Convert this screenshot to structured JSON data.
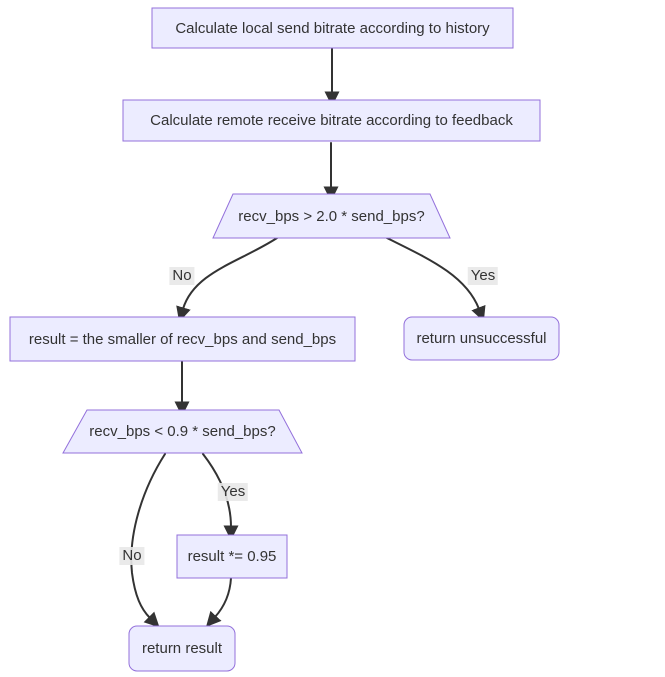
{
  "diagram": {
    "type": "flowchart",
    "direction": "top-down",
    "colors": {
      "background": "#ffffff",
      "node_fill": "#ECECFF",
      "node_border": "#9370DB",
      "edge": "#333333",
      "text": "#333333",
      "edge_label_bg": "#e8e8e8"
    },
    "nodes": [
      {
        "id": "A",
        "shape": "rectangle",
        "label": "Calculate local send bitrate according to history"
      },
      {
        "id": "B",
        "shape": "rectangle",
        "label": "Calculate remote receive bitrate according to feedback"
      },
      {
        "id": "C",
        "shape": "trapezoid",
        "label": "recv_bps > 2.0 * send_bps?"
      },
      {
        "id": "D",
        "shape": "rectangle",
        "label": "result = the smaller of recv_bps and send_bps"
      },
      {
        "id": "E",
        "shape": "rounded",
        "label": "return unsuccessful"
      },
      {
        "id": "F",
        "shape": "trapezoid",
        "label": "recv_bps < 0.9 * send_bps?"
      },
      {
        "id": "G",
        "shape": "rectangle",
        "label": "result *= 0.95"
      },
      {
        "id": "H",
        "shape": "rounded",
        "label": "return result"
      }
    ],
    "edges": [
      {
        "from": "A",
        "to": "B",
        "label": ""
      },
      {
        "from": "B",
        "to": "C",
        "label": ""
      },
      {
        "from": "C",
        "to": "D",
        "label": "No"
      },
      {
        "from": "C",
        "to": "E",
        "label": "Yes"
      },
      {
        "from": "D",
        "to": "F",
        "label": ""
      },
      {
        "from": "F",
        "to": "G",
        "label": "Yes"
      },
      {
        "from": "F",
        "to": "H",
        "label": "No"
      },
      {
        "from": "G",
        "to": "H",
        "label": ""
      }
    ]
  }
}
